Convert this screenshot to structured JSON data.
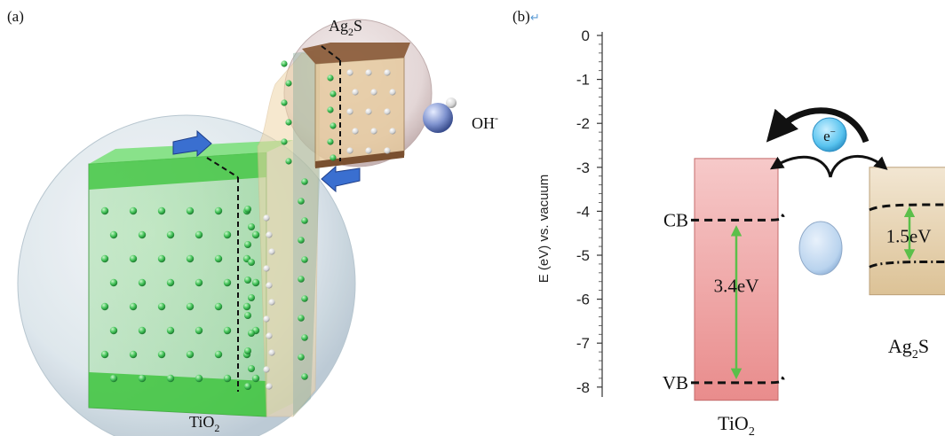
{
  "panels": {
    "a": {
      "label": "(a)",
      "labels": {
        "large_crystal": "TiO",
        "large_crystal_sub": "2",
        "small_crystal": "Ag",
        "small_crystal_sub": "2",
        "small_crystal_tail": "S",
        "ion": "OH",
        "ion_sup": "-"
      },
      "colors": {
        "tio2": "#5fd35f",
        "ag2s": "#c8a878",
        "sphere": "#d8e4ec",
        "arrow": "#3a6fd0"
      }
    },
    "b": {
      "label": "(b)",
      "mark": "↵",
      "axis": {
        "ylabel": "E (eV) vs. vacuum",
        "ticks": [
          "0",
          "-1",
          "-2",
          "-3",
          "-4",
          "-5",
          "-6",
          "-7",
          "-8"
        ]
      },
      "tio2": {
        "name": "TiO",
        "name_sub": "2",
        "cb_label": "CB",
        "vb_label": "VB",
        "gap_label": "3.4eV",
        "color": "#ef9a9a"
      },
      "ag2s": {
        "name": "Ag",
        "name_sub": "2",
        "name_tail": "S",
        "gap_label": "1.5eV",
        "color": "#e4cfa8"
      },
      "electron": {
        "label": "e",
        "sup": "−",
        "color": "#58c3ef"
      }
    }
  },
  "chart_data": {
    "type": "diagram",
    "axis": {
      "ylabel": "E (eV) vs. vacuum",
      "ylim": [
        -8,
        0
      ],
      "ticks": [
        0,
        -1,
        -2,
        -3,
        -4,
        -5,
        -6,
        -7,
        -8
      ]
    },
    "bands": [
      {
        "material": "TiO2",
        "top_eV": -2.8,
        "bottom_eV": -8.3,
        "CB_eV": -4.2,
        "VB_eV": -7.9,
        "gap_eV": 3.4
      },
      {
        "material": "Ag2S",
        "top_eV": -3.0,
        "bottom_eV": -5.9,
        "CB_eV": -3.85,
        "VB_eV": -5.15,
        "gap_eV": 1.5
      }
    ]
  }
}
